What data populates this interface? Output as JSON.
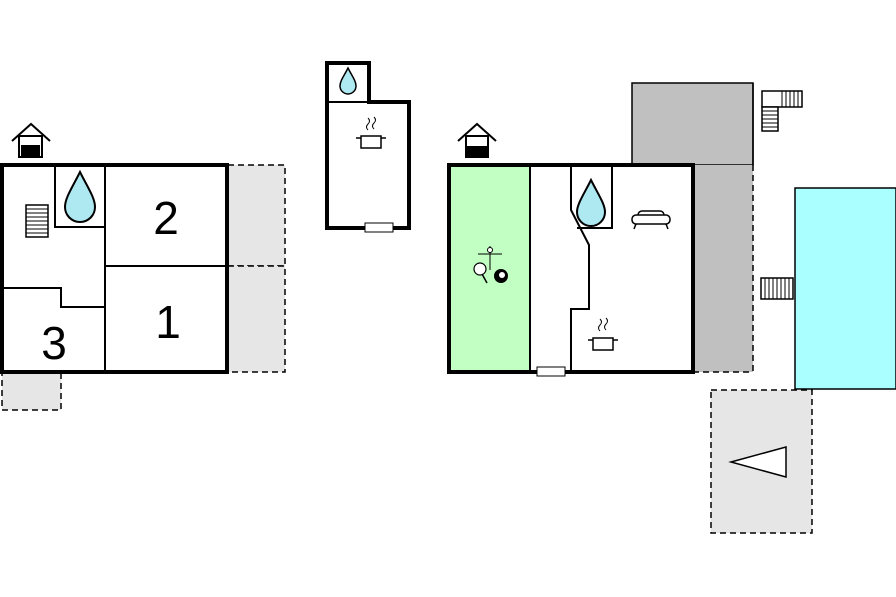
{
  "rooms": {
    "bedroom_2": "2",
    "bedroom_1": "1",
    "bedroom_3": "3"
  },
  "icons": {
    "house_marker": "house-entrance-icon",
    "bathroom": "water-drop-icon",
    "stairs": "stairs-icon",
    "kitchen": "cooking-pot-icon",
    "living_room": "sofa-icon",
    "games_room": "table-tennis-and-billiards-icon",
    "parking": "triangle-marker-icon"
  },
  "colors": {
    "wall": "#000000",
    "terrace": "#e6e6e6",
    "covered_terrace": "#c0c0c0",
    "pool": "#aaffff",
    "games_room": "#c2ffc2",
    "water_drop": "#aee9f2"
  }
}
